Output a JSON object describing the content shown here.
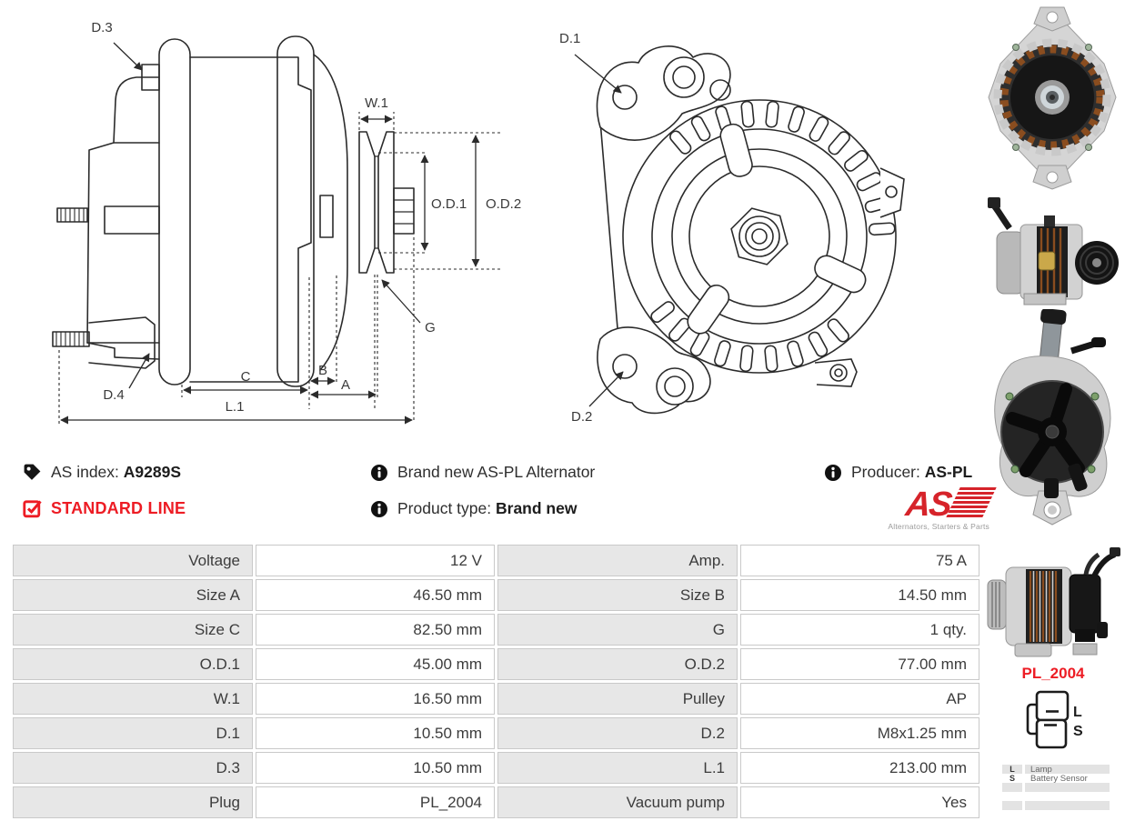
{
  "info": {
    "as_index_label": "AS index:",
    "as_index_value": "A9289S",
    "standard_line": "STANDARD LINE",
    "brand_new": "Brand new AS-PL Alternator",
    "product_type_label": "Product type:",
    "product_type_value": "Brand new",
    "producer_label": "Producer:",
    "producer_value": "AS-PL"
  },
  "logo": {
    "text": "AS",
    "tagline": "Alternators, Starters & Parts"
  },
  "drawing_labels": {
    "d3": "D.3",
    "d4": "D.4",
    "w1": "W.1",
    "od1": "O.D.1",
    "od2": "O.D.2",
    "g": "G",
    "c": "C",
    "b": "B",
    "a": "A",
    "l1": "L.1",
    "d1": "D.1",
    "d2": "D.2"
  },
  "plug": {
    "code": "PL_2004",
    "pin_labels": [
      "L",
      "S"
    ],
    "legend": [
      {
        "pin": "L",
        "desc": "Lamp"
      },
      {
        "pin": "S",
        "desc": "Battery Sensor"
      }
    ]
  },
  "spec_table": {
    "rows": [
      {
        "l1": "Voltage",
        "v1": "12 V",
        "l2": "Amp.",
        "v2": "75 A"
      },
      {
        "l1": "Size A",
        "v1": "46.50 mm",
        "l2": "Size B",
        "v2": "14.50 mm"
      },
      {
        "l1": "Size C",
        "v1": "82.50 mm",
        "l2": "G",
        "v2": "1 qty."
      },
      {
        "l1": "O.D.1",
        "v1": "45.00 mm",
        "l2": "O.D.2",
        "v2": "77.00 mm"
      },
      {
        "l1": "W.1",
        "v1": "16.50 mm",
        "l2": "Pulley",
        "v2": "AP"
      },
      {
        "l1": "D.1",
        "v1": "10.50 mm",
        "l2": "D.2",
        "v2": "M8x1.25 mm"
      },
      {
        "l1": "D.3",
        "v1": "10.50 mm",
        "l2": "L.1",
        "v2": "213.00 mm"
      },
      {
        "l1": "Plug",
        "v1": "PL_2004",
        "l2": "Vacuum pump",
        "v2": "Yes"
      }
    ]
  },
  "colors": {
    "accent_red": "#ed1c24",
    "table_label_bg": "#e7e7e7",
    "table_border": "#c9c9c9",
    "line_art": "#2b2b2b"
  }
}
